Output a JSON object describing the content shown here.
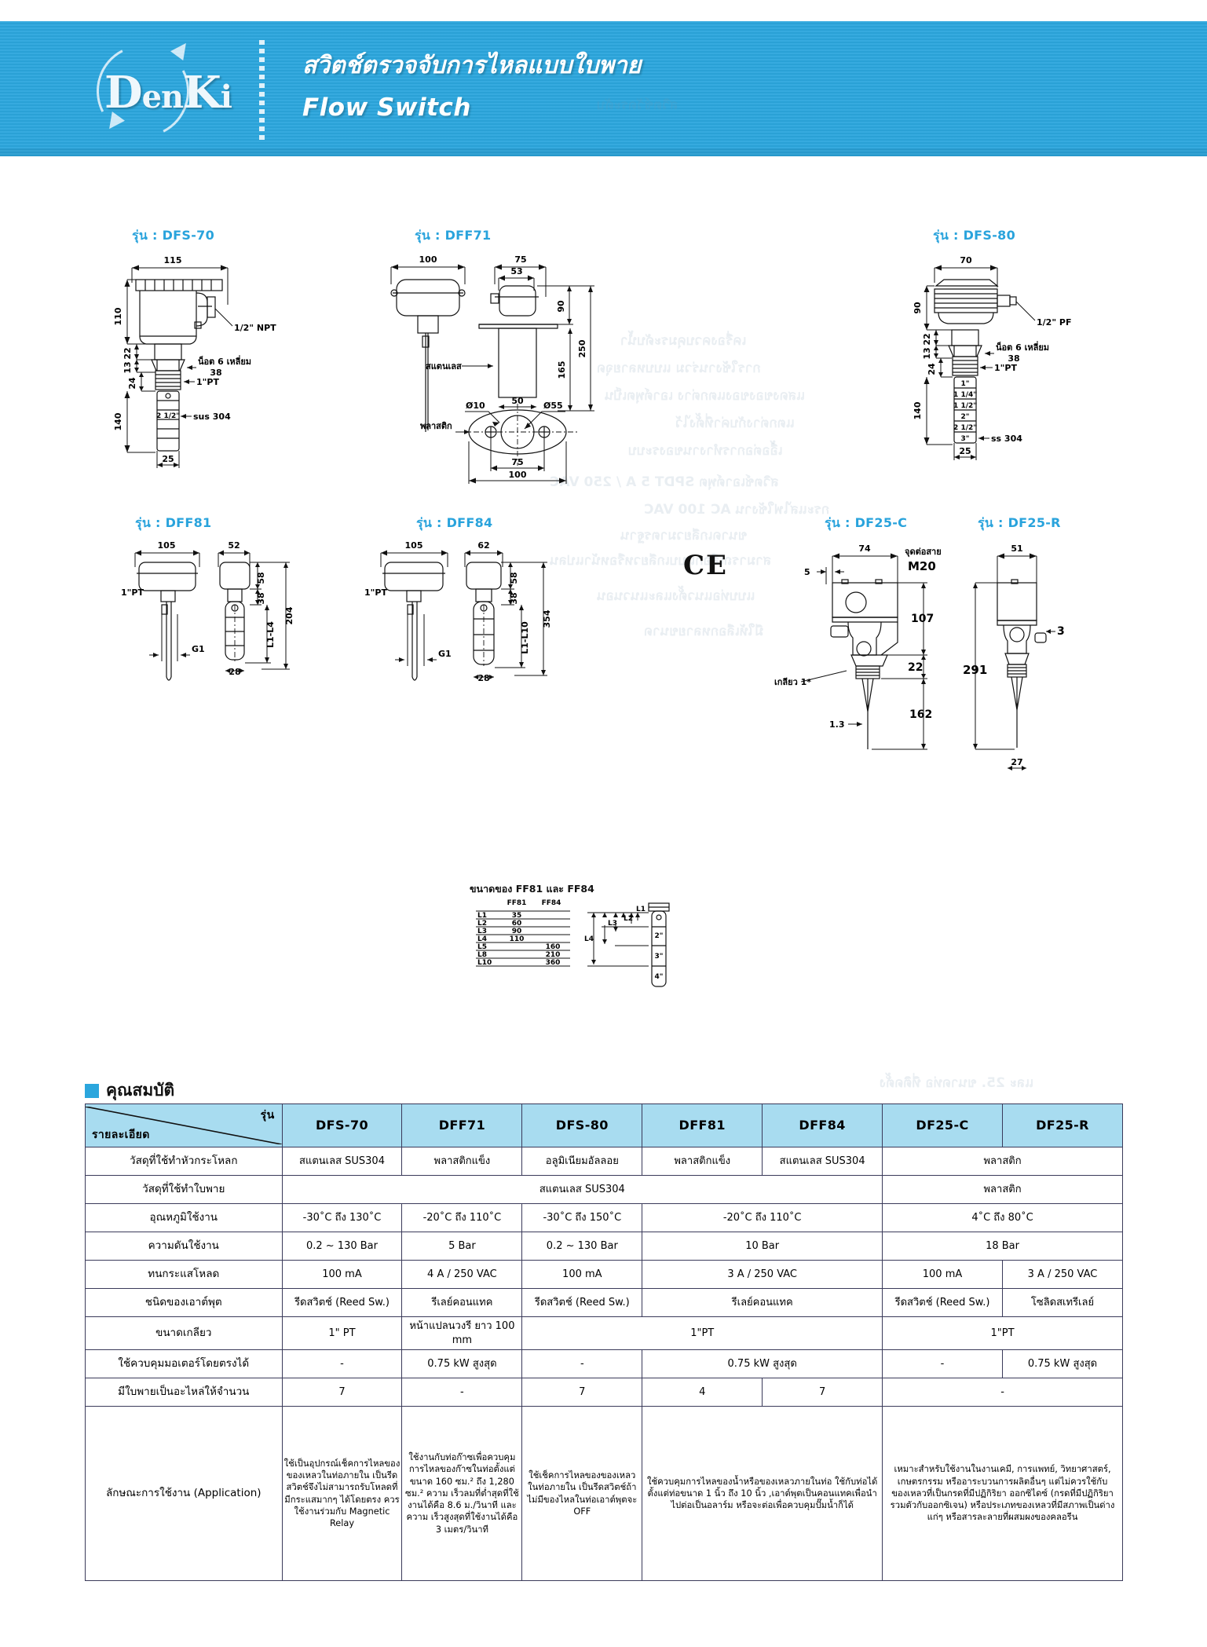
{
  "header": {
    "logo_text_parts": [
      "D",
      "en",
      "K",
      "i"
    ],
    "title_th": "สวิตช์ตรวจจับการไหลแบบใบพาย",
    "title_en": "Flow Switch",
    "brand_color": "#2ba6dd"
  },
  "drawings": {
    "prefix": "รุ่น : ",
    "dfs70": {
      "label": "รุ่น : DFS-70",
      "model": "DFS-70",
      "dims": {
        "width": "115",
        "head": "110",
        "d22": "22",
        "d13": "13",
        "d24": "24",
        "body": "140",
        "tip": "25"
      },
      "callouts": {
        "npt": "1/2\" NPT",
        "nut": "น็อต 6 เหลี่ยม",
        "nut_size": "38",
        "thread": "1\"PT",
        "material": "sus 304",
        "size_2_5": "2 1/2\""
      }
    },
    "dff71": {
      "label": "รุ่น : DFF71",
      "model": "DFF71",
      "dims": {
        "w100": "100",
        "w75": "75",
        "w53": "53",
        "h90": "90",
        "h250": "250",
        "h165": "165",
        "w50": "50",
        "d10": "Ø10",
        "d55": "Ø55",
        "b75": "75",
        "b100": "100"
      },
      "callouts": {
        "stainless": "สแตนเลส",
        "plastic": "พลาสติก"
      }
    },
    "dfs80": {
      "label": "รุ่น : DFS-80",
      "model": "DFS-80",
      "dims": {
        "width": "70",
        "head": "90",
        "d22": "22",
        "d13": "13",
        "d24": "24",
        "body": "140",
        "tip": "25"
      },
      "callouts": {
        "pf": "1/2\" PF",
        "nut": "น็อต 6 เหลี่ยม",
        "nut_size": "38",
        "thread": "1\"PT",
        "material": "ss 304",
        "sizes": [
          "1\"",
          "1 1/4\"",
          "1 1/2\"",
          "2\"",
          "2 1/2\"",
          "3\""
        ]
      }
    },
    "dff81": {
      "label": "รุ่น : DFF81",
      "model": "DFF81",
      "dims": {
        "w105": "105",
        "w52": "52",
        "h58": "58",
        "h38": "38",
        "h204": "204",
        "w28": "28",
        "l1l4": "L1-L4"
      },
      "callouts": {
        "thread": "1\"PT",
        "g1": "G1"
      }
    },
    "dff84": {
      "label": "รุ่น : DFF84",
      "model": "DFF84",
      "dims": {
        "w105": "105",
        "w62": "62",
        "h58": "58",
        "h38": "38",
        "h354": "354",
        "w28": "28",
        "l1l10": "L1-L10"
      },
      "callouts": {
        "thread": "1\"PT",
        "g1": "G1",
        "ce": "CE"
      },
      "ff_table": {
        "title": "ขนาดของ FF81 และ FF84",
        "col_headers": [
          "",
          "FF81",
          "FF84"
        ],
        "rows": [
          {
            "name": "L1",
            "ff81": "35",
            "ff84": ""
          },
          {
            "name": "L2",
            "ff81": "60",
            "ff84": ""
          },
          {
            "name": "L3",
            "ff81": "90",
            "ff84": ""
          },
          {
            "name": "L4",
            "ff81": "110",
            "ff84": ""
          },
          {
            "name": "L5",
            "ff81": "",
            "ff84": "160"
          },
          {
            "name": "L8",
            "ff81": "",
            "ff84": "210"
          },
          {
            "name": "L10",
            "ff81": "",
            "ff84": "360"
          }
        ],
        "pipe_sizes": [
          "2\"",
          "3\"",
          "4\""
        ],
        "marks": [
          "L1",
          "L2",
          "L3",
          "L4",
          "L5",
          "L8",
          "L10"
        ]
      }
    },
    "df25c": {
      "label": "รุ่น : DF25-C",
      "model": "DF25-C",
      "dims": {
        "w74": "74",
        "w5": "5",
        "h107": "107",
        "h22": "22",
        "h162": "162",
        "w13": "1.3"
      },
      "callouts": {
        "wire": "จุดต่อสาย",
        "m20": "M20",
        "thread": "เกลียว 1*"
      }
    },
    "df25r": {
      "label": "รุ่น : DF25-R",
      "model": "DF25-R",
      "dims": {
        "w51": "51",
        "w3": "3",
        "h291": "291",
        "w27": "27"
      }
    }
  },
  "section": {
    "heading": "คุณสมบัติ"
  },
  "spec_table": {
    "corner_detail": "รายละเอียด",
    "corner_model": "รุ่น",
    "columns": [
      "DFS-70",
      "DFF71",
      "DFS-80",
      "DFF81",
      "DFF84",
      "DF25-C",
      "DF25-R"
    ],
    "rows": [
      {
        "label": "วัสดุที่ใช้ทำหัวกระโหลก",
        "cells": [
          {
            "text": "สแตนเลส SUS304",
            "span": 1
          },
          {
            "text": "พลาสติกแข็ง",
            "span": 1
          },
          {
            "text": "อลูมิเนียมอัลลอย",
            "span": 1
          },
          {
            "text": "พลาสติกแข็ง",
            "span": 1
          },
          {
            "text": "สแตนเลส SUS304",
            "span": 1
          },
          {
            "text": "พลาสติก",
            "span": 2
          }
        ]
      },
      {
        "label": "วัสดุที่ใช้ทำใบพาย",
        "cells": [
          {
            "text": "สแตนเลส SUS304",
            "span": 5
          },
          {
            "text": "พลาสติก",
            "span": 2
          }
        ]
      },
      {
        "label": "อุณหภูมิใช้งาน",
        "cells": [
          {
            "text": "-30˚C ถึง 130˚C",
            "span": 1
          },
          {
            "text": "-20˚C ถึง 110˚C",
            "span": 1
          },
          {
            "text": "-30˚C ถึง 150˚C",
            "span": 1
          },
          {
            "text": "-20˚C ถึง 110˚C",
            "span": 2
          },
          {
            "text": "4˚C ถึง 80˚C",
            "span": 2
          }
        ]
      },
      {
        "label": "ความดันใช้งาน",
        "cells": [
          {
            "text": "0.2 ~ 130 Bar",
            "span": 1
          },
          {
            "text": "5 Bar",
            "span": 1
          },
          {
            "text": "0.2 ~ 130 Bar",
            "span": 1
          },
          {
            "text": "10 Bar",
            "span": 2
          },
          {
            "text": "18 Bar",
            "span": 2
          }
        ]
      },
      {
        "label": "ทนกระแสโหลด",
        "cells": [
          {
            "text": "100 mA",
            "span": 1
          },
          {
            "text": "4 A / 250 VAC",
            "span": 1
          },
          {
            "text": "100 mA",
            "span": 1
          },
          {
            "text": "3 A / 250 VAC",
            "span": 2
          },
          {
            "text": "100 mA",
            "span": 1
          },
          {
            "text": "3 A / 250 VAC",
            "span": 1
          }
        ]
      },
      {
        "label": "ชนิดของเอาต์พุต",
        "cells": [
          {
            "text": "รีดสวิตช์ (Reed Sw.)",
            "span": 1
          },
          {
            "text": "รีเลย์คอนแทค",
            "span": 1
          },
          {
            "text": "รีดสวิตช์ (Reed Sw.)",
            "span": 1
          },
          {
            "text": "รีเลย์คอนแทค",
            "span": 2
          },
          {
            "text": "รีดสวิตช์ (Reed Sw.)",
            "span": 1
          },
          {
            "text": "โซลิดสเทรีเลย์",
            "span": 1
          }
        ]
      },
      {
        "label": "ขนาดเกลียว",
        "cells": [
          {
            "text": "1\" PT",
            "span": 1
          },
          {
            "text": "หน้าแปลนวงรี ยาว 100 mm",
            "span": 1
          },
          {
            "text": "1\"PT",
            "span": 3
          },
          {
            "text": "1\"PT",
            "span": 2
          }
        ]
      },
      {
        "label": "ใช้ควบคุมมอเตอร์โดยตรงได้",
        "cells": [
          {
            "text": "-",
            "span": 1
          },
          {
            "text": "0.75 kW สูงสุด",
            "span": 1
          },
          {
            "text": "-",
            "span": 1
          },
          {
            "text": "0.75 kW สูงสุด",
            "span": 2
          },
          {
            "text": "-",
            "span": 1
          },
          {
            "text": "0.75 kW สูงสุด",
            "span": 1
          }
        ]
      },
      {
        "label": "มีใบพายเป็นอะไหล่ให้จำนวน",
        "cells": [
          {
            "text": "7",
            "span": 1
          },
          {
            "text": "-",
            "span": 1
          },
          {
            "text": "7",
            "span": 1
          },
          {
            "text": "4",
            "span": 1
          },
          {
            "text": "7",
            "span": 1
          },
          {
            "text": "-",
            "span": 2
          }
        ]
      }
    ],
    "application_row": {
      "label": "ลักษณะการใช้งาน (Application)",
      "cells": [
        {
          "text": "ใช้เป็นอุปกรณ์เช็คการไหลของของเหลวในท่อภายใน เป็นรีดสวิตช์จึงไม่สามารถรับโหลดที่มีกระแสมากๆ ได้โดยตรง ควรใช้งานร่วมกับ Magnetic Relay",
          "span": 1
        },
        {
          "text": "ใช้งานกับท่อก๊าซเพื่อควบคุมการไหลของก๊าซในท่อตั้งแต่ขนาด 160 ซม.² ถึง 1,280 ซม.² ความ เร็วลมที่ต่ำสุดที่ใช้งานได้คือ 8.6 ม./วินาที และ ความ เร็วสูงสุดที่ใช้งานได้คือ 3 เมตร/วินาที",
          "span": 1
        },
        {
          "text": "ใช้เช็คการไหลของของเหลวในท่อภายใน เป็นรีดสวิตช์ถ้าไม่มีของไหลในท่อเอาต์พุตจะ OFF",
          "span": 1
        },
        {
          "text": "ใช้ควบคุมการไหลของน้ำหรือของเหลวภายในท่อ ใช้กับท่อได้ตั้งแต่ท่อขนาด 1 นิ้ว ถึง 10 นิ้ว ,เอาต์พุตเป็นคอนแทคเพื่อนำไปต่อเป็นอลาร์ม หรือจะต่อเพื่อควบคุมปั๊มน้ำก็ได้",
          "span": 2
        },
        {
          "text": "เหมาะสำหรับใช้งานในงานเคมี, การแพทย์, วิทยาศาสตร์, เกษตรกรรม หรืออาระบวนการผลิตอื่นๆ แต่ไม่ควรใช้กับของเหลวที่เป็นกรดที่มีปฏิกิริยา ออกซิไดซ์ (กรดที่มีปฏิกิริยารวมตัวกับออกซิเจน) หรือประเภทของเหลวที่มีสภาพเป็นด่างแก่ๆ หรือสารละลายที่ผสมผงของคลอรีน",
          "span": 2
        }
      ]
    }
  }
}
